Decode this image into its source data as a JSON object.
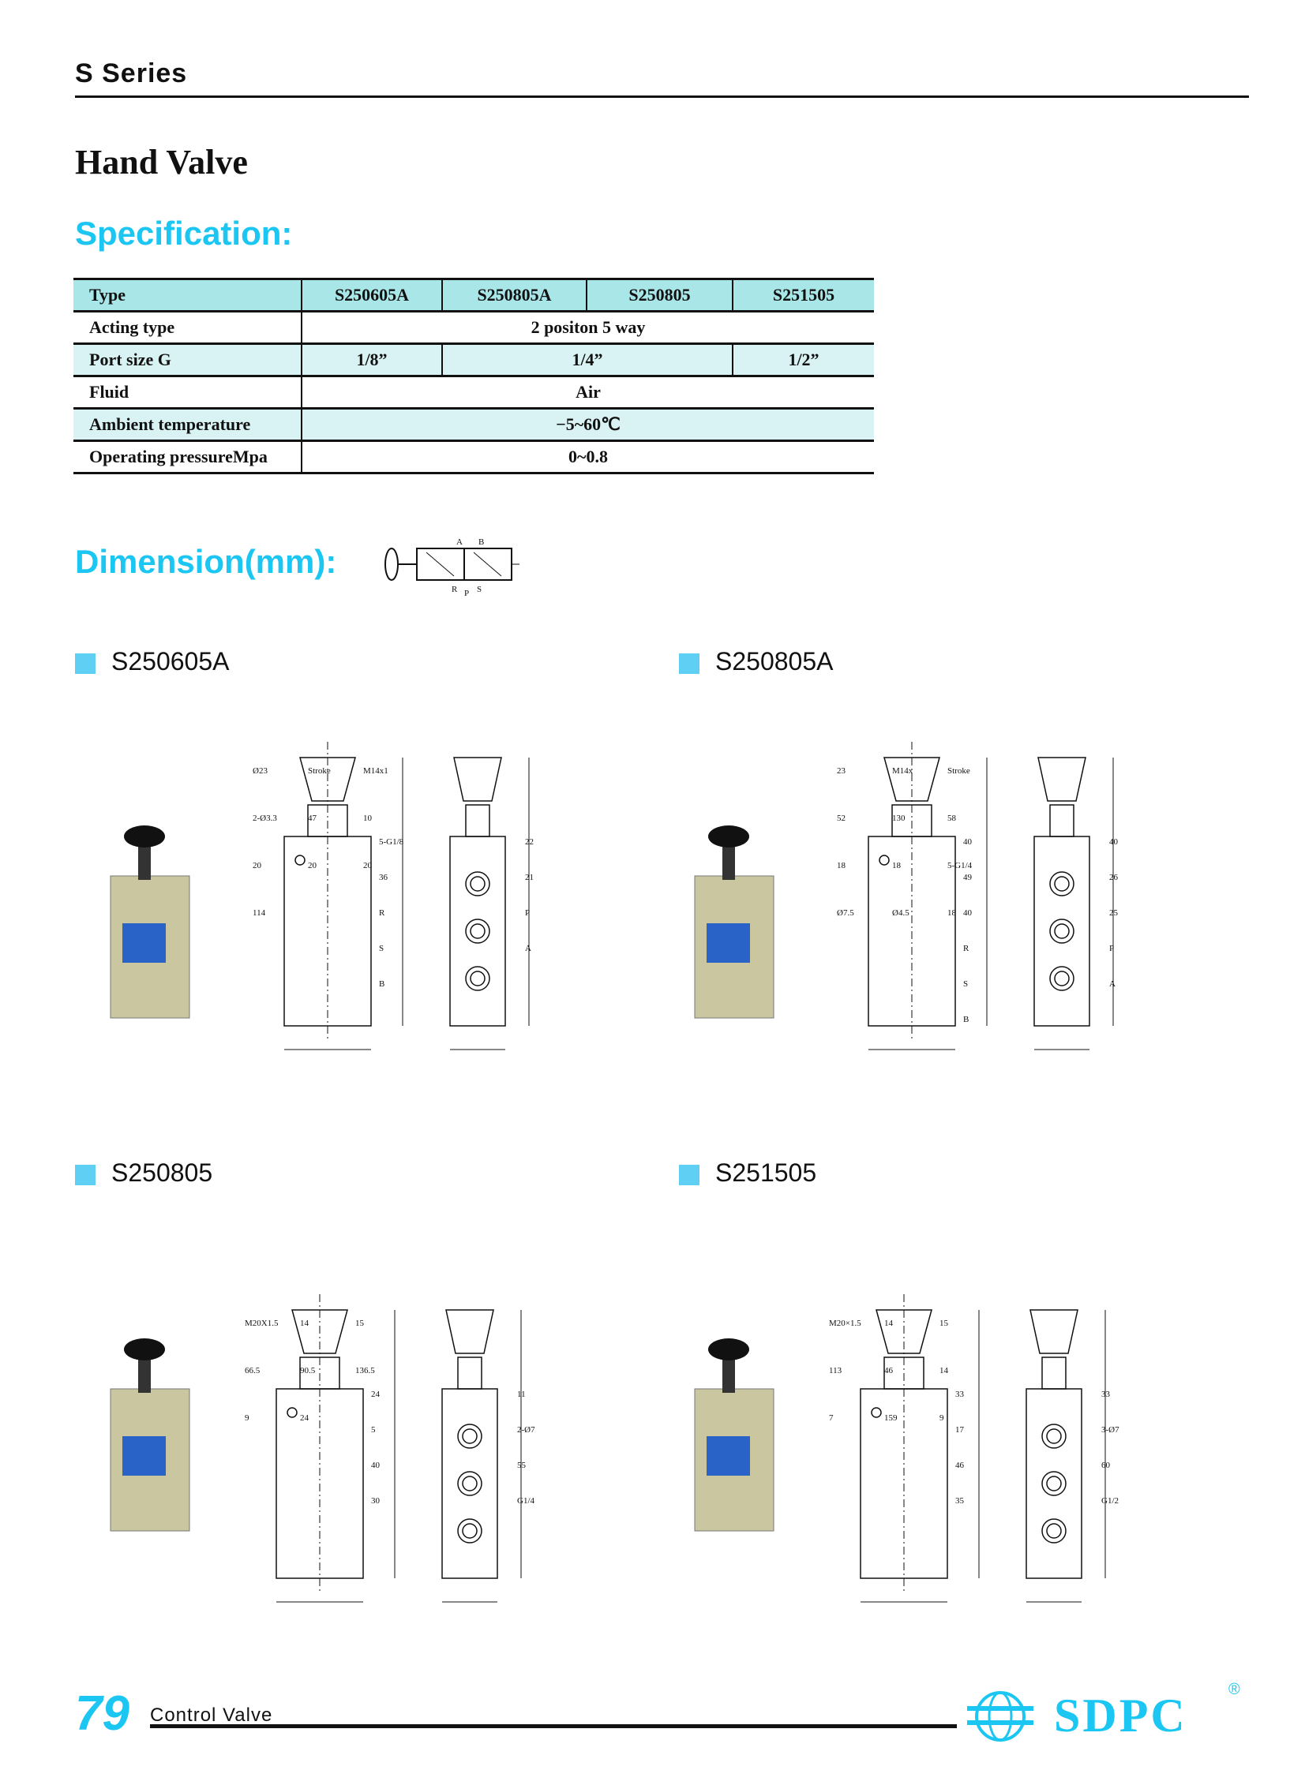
{
  "header": {
    "series": "S Series",
    "title": "Hand Valve"
  },
  "spec": {
    "heading": "Specification:",
    "rows": [
      {
        "label": "Type",
        "cells": [
          "S250605A",
          "S250805A",
          "S250805",
          "S251505"
        ]
      },
      {
        "label": "Acting type",
        "cells": [
          "2 positon 5 way"
        ]
      },
      {
        "label": "Port size G",
        "cells": [
          "1/8”",
          "1/4”",
          "1/2”"
        ]
      },
      {
        "label": "Fluid",
        "cells": [
          "Air"
        ]
      },
      {
        "label": "Ambient temperature",
        "cells": [
          "−5~60℃"
        ]
      },
      {
        "label": "Operating pressureMpa",
        "cells": [
          "0~0.8"
        ]
      }
    ]
  },
  "dimension": {
    "heading": "Dimension(mm):",
    "symbol_ports": [
      "A",
      "B",
      "R",
      "P",
      "S"
    ]
  },
  "models": [
    {
      "name": "S250605A",
      "dims": [
        "Ø23",
        "Stroke",
        "M14x1",
        "2-Ø3.3",
        "47",
        "10",
        "20",
        "20",
        "20",
        "114",
        "5-G1/8",
        "22",
        "36",
        "21",
        "R",
        "P",
        "S",
        "A",
        "B"
      ]
    },
    {
      "name": "S250805A",
      "dims": [
        "23",
        "M14x",
        "Stroke",
        "52",
        "130",
        "58",
        "18",
        "18",
        "5-G1/4",
        "Ø7.5",
        "Ø4.5",
        "18",
        "40",
        "40",
        "49",
        "26",
        "40",
        "25",
        "R",
        "P",
        "S",
        "A",
        "B"
      ]
    },
    {
      "name": "S250805",
      "dims": [
        "M20X1.5",
        "14",
        "15",
        "66.5",
        "90.5",
        "136.5",
        "9",
        "24",
        "24",
        "11",
        "5",
        "2-Ø7",
        "40",
        "55",
        "30",
        "G1/4"
      ]
    },
    {
      "name": "S251505",
      "dims": [
        "M20×1.5",
        "14",
        "15",
        "113",
        "46",
        "14",
        "7",
        "159",
        "9",
        "33",
        "33",
        "17",
        "3-Ø7",
        "46",
        "60",
        "35",
        "G1/2"
      ]
    }
  ],
  "footer": {
    "page": "79",
    "section": "Control Valve",
    "brand": "SDPC",
    "reg": "®"
  },
  "colors": {
    "accent": "#1cc6f2",
    "table_header": "#a8e6e8",
    "table_alt": "#d9f3f4"
  }
}
